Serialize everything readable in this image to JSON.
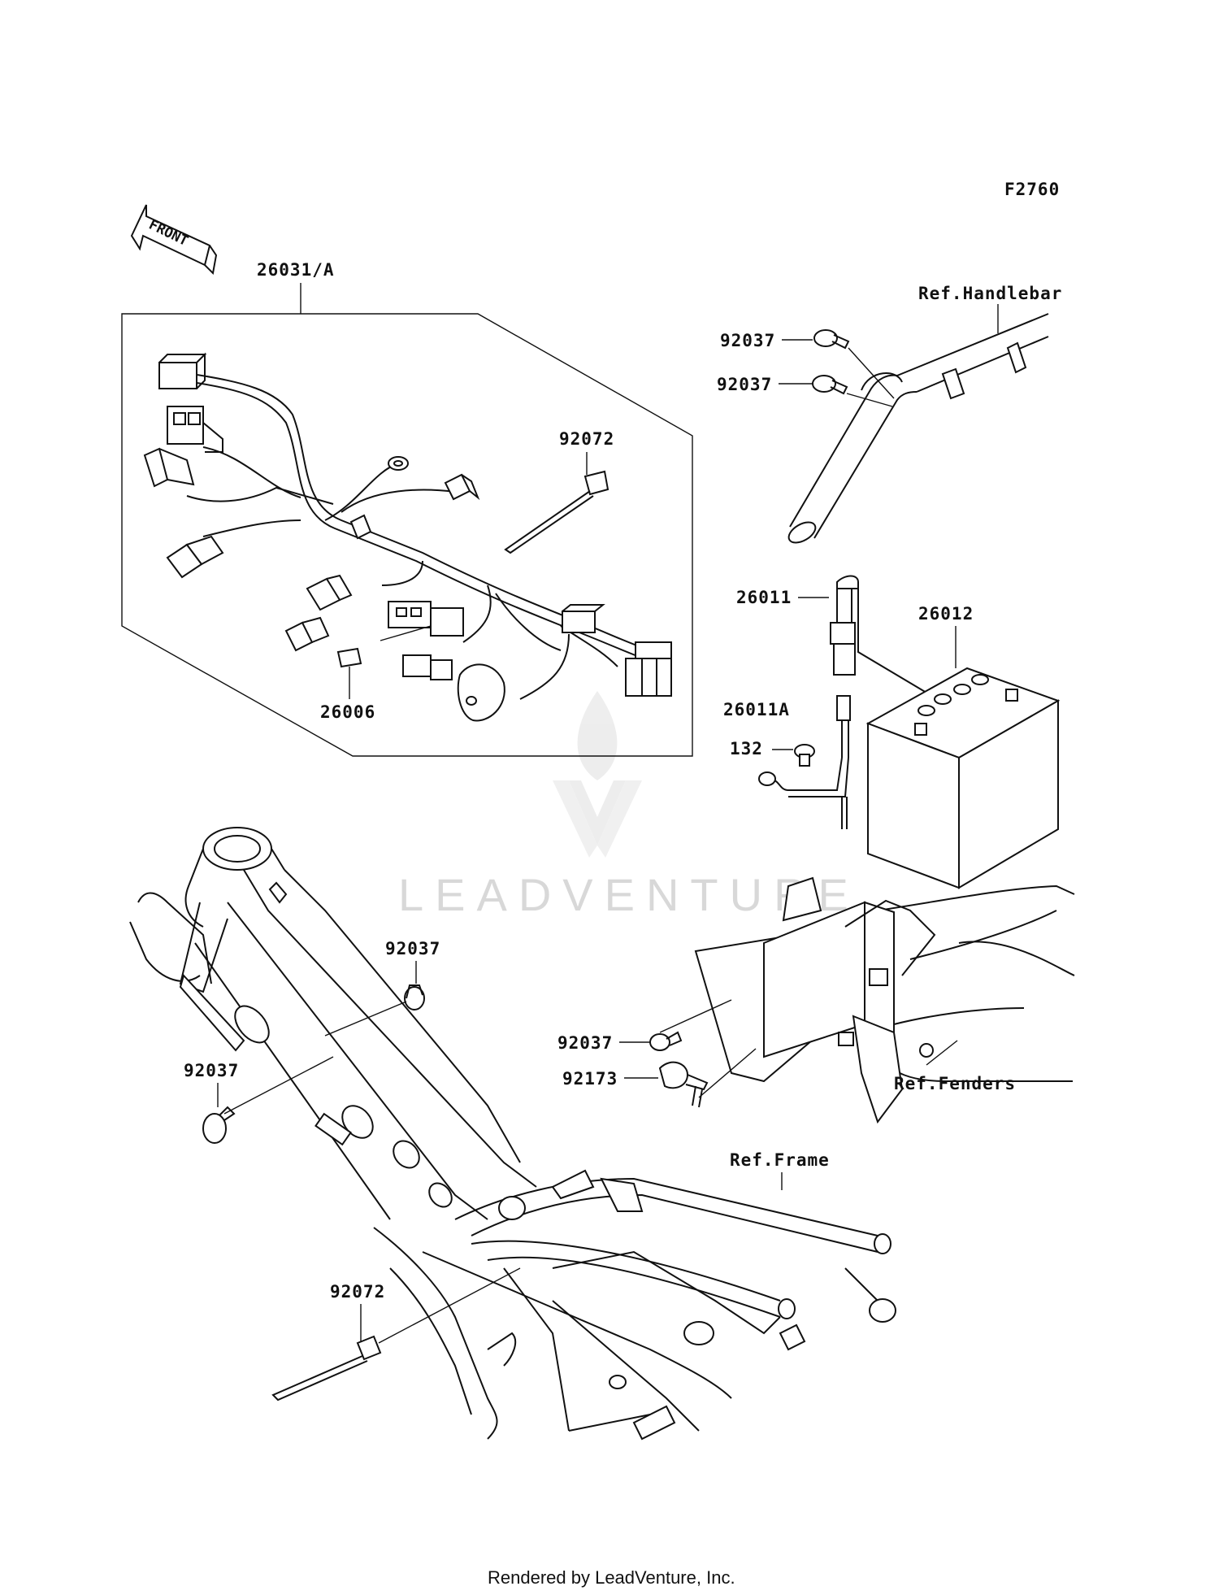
{
  "figure_code": "F2760",
  "front_label": "FRONT",
  "watermark": "LEADVENTURE",
  "footer": "Rendered by LeadVenture, Inc.",
  "callouts": [
    {
      "id": "c-26031a",
      "label": "26031/A"
    },
    {
      "id": "c-92072-top",
      "label": "92072"
    },
    {
      "id": "c-26006",
      "label": "26006"
    },
    {
      "id": "c-ref-handlebar",
      "label": "Ref.Handlebar"
    },
    {
      "id": "c-92037-h1",
      "label": "92037"
    },
    {
      "id": "c-92037-h2",
      "label": "92037"
    },
    {
      "id": "c-26011",
      "label": "26011"
    },
    {
      "id": "c-26012",
      "label": "26012"
    },
    {
      "id": "c-26011a",
      "label": "26011A"
    },
    {
      "id": "c-132",
      "label": "132"
    },
    {
      "id": "c-92037-f1",
      "label": "92037"
    },
    {
      "id": "c-92037-f2",
      "label": "92037"
    },
    {
      "id": "c-92037-b",
      "label": "92037"
    },
    {
      "id": "c-92173",
      "label": "92173"
    },
    {
      "id": "c-ref-fenders",
      "label": "Ref.Fenders"
    },
    {
      "id": "c-ref-frame",
      "label": "Ref.Frame"
    },
    {
      "id": "c-92072-bottom",
      "label": "92072"
    }
  ]
}
